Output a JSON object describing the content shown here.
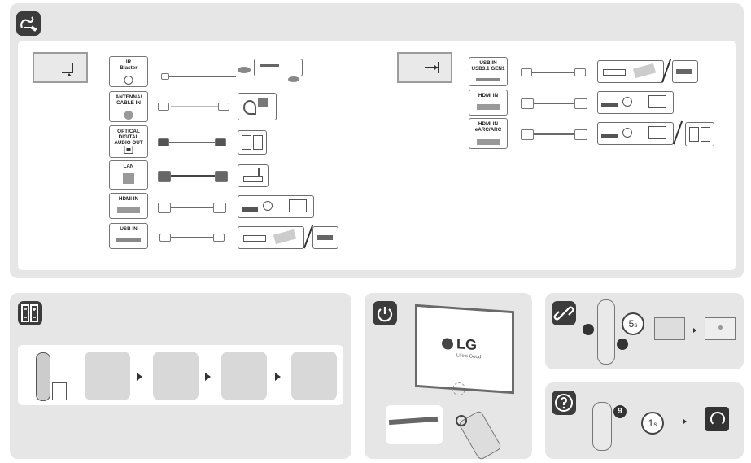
{
  "connections": {
    "ports": [
      {
        "label": "IR\nBlaster"
      },
      {
        "label": "ANTENNA/\nCABLE IN"
      },
      {
        "label": "OPTICAL DIGITAL\nAUDIO OUT"
      },
      {
        "label": "LAN"
      },
      {
        "label": "HDMI IN"
      },
      {
        "label": "USB IN"
      }
    ],
    "right_ports": [
      {
        "label": "USB IN\nUSB3.1 GEN1"
      },
      {
        "label": "HDMI IN"
      },
      {
        "label": "HDMI IN\neARC/ARC"
      }
    ]
  },
  "tv": {
    "brand": "LG",
    "slogan": "Life's Good"
  },
  "timers": {
    "pair": "5",
    "pair_unit": "s",
    "help": "1",
    "help_unit": "s"
  },
  "badges": {
    "help_button": "9"
  },
  "colors": {
    "accent": "#3c3c3c",
    "panel": "#e6e6e6"
  }
}
